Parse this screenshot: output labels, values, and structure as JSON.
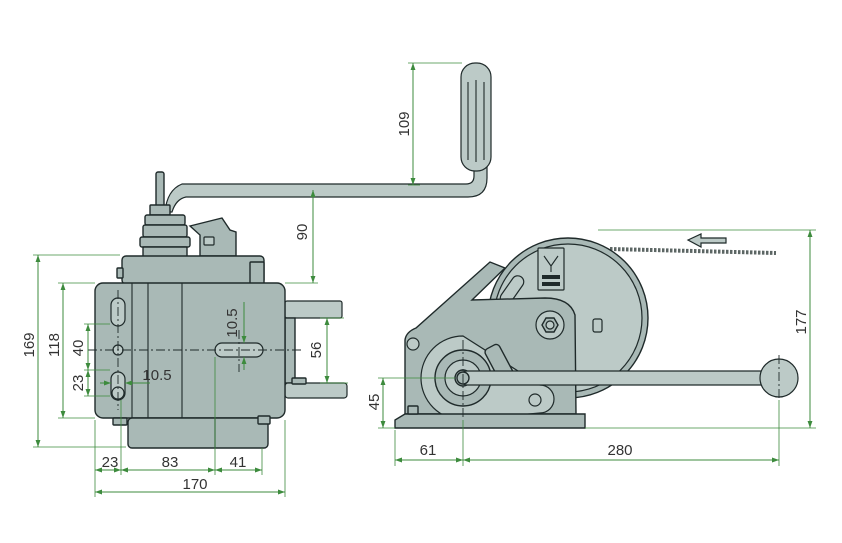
{
  "colors": {
    "body": "#a9b9b6",
    "light": "#bccac7",
    "outline": "#1f2a2a",
    "dimension": "#3d8b3d",
    "label": "#333333",
    "background": "#ffffff"
  },
  "front_view": {
    "handle_grip_height": "109",
    "crank_arm_height": "90",
    "overall_height": "169",
    "housing_height": "118",
    "bolt_spacing_vertical": "40",
    "bolt_offset_vertical": "23",
    "slot_width_mount": "10.5",
    "slot_width_center": "10.5",
    "shaft_spacing": "56",
    "bolt_offset_horizontal": "23",
    "bolt_spacing_horizontal": "83",
    "right_offset": "41",
    "overall_width": "170"
  },
  "side_view": {
    "crank_axis_height": "45",
    "crank_axis_offset": "61",
    "crank_length": "280",
    "overall_height": "177"
  },
  "icons": {
    "rope_direction": "left-arrow-icon"
  }
}
